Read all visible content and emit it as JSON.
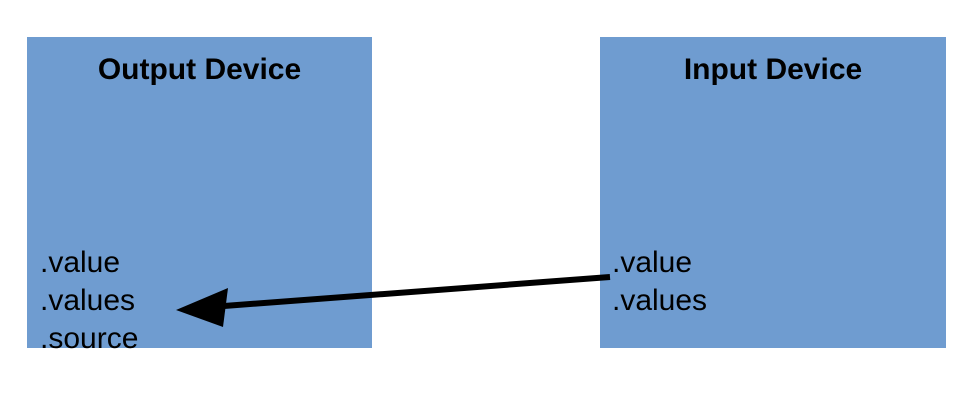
{
  "diagram": {
    "title": "",
    "background_color": "#ffffff",
    "box_color": "#6f9cd0",
    "text_color": "#000000",
    "arrow_color": "#000000",
    "boxes": [
      {
        "id": "output-device",
        "title": "Output Device",
        "properties": [
          ".value",
          ".values",
          ".source"
        ]
      },
      {
        "id": "input-device",
        "title": "Input Device",
        "properties": [
          ".value",
          ".values"
        ]
      }
    ],
    "arrow": {
      "name": "values-to-source-arrow",
      "from": "input-device.values",
      "to": "output-device.source",
      "direction": "right-to-left"
    }
  }
}
